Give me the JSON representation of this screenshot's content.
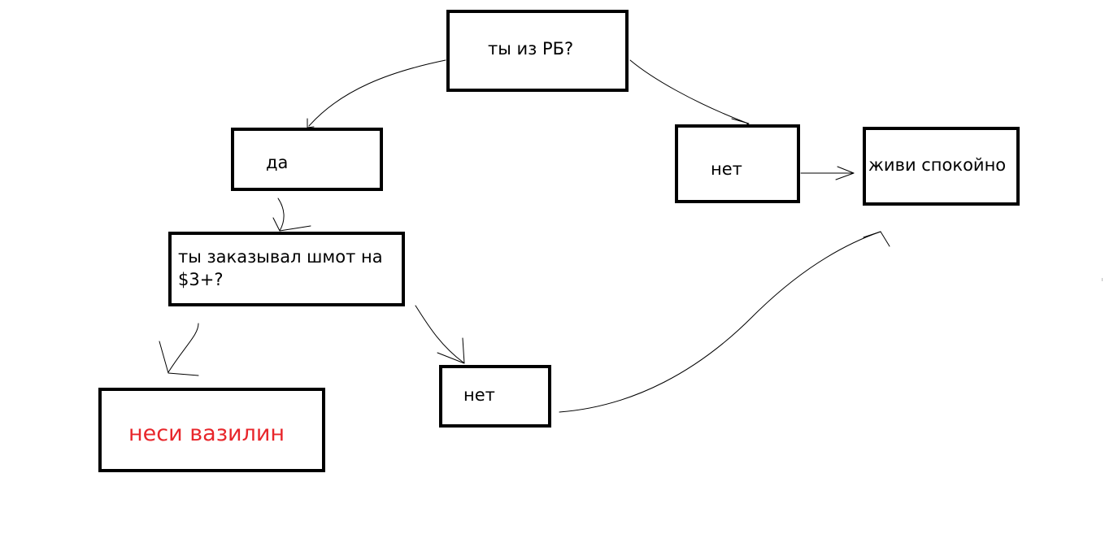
{
  "diagram": {
    "nodes": {
      "question_rb": {
        "text": "ты из РБ?"
      },
      "yes": {
        "text": "да"
      },
      "no_top": {
        "text": "нет"
      },
      "live_calm": {
        "text": "живи спокойно"
      },
      "question_order": {
        "text": "ты заказывал шмот на $3+?"
      },
      "bring_vaseline": {
        "text": "неси вазилин"
      },
      "no_bottom": {
        "text": "нет"
      }
    },
    "edges": [
      {
        "from": "question_rb",
        "to": "yes"
      },
      {
        "from": "question_rb",
        "to": "no_top"
      },
      {
        "from": "no_top",
        "to": "live_calm"
      },
      {
        "from": "yes",
        "to": "question_order"
      },
      {
        "from": "question_order",
        "to": "bring_vaseline"
      },
      {
        "from": "question_order",
        "to": "no_bottom"
      },
      {
        "from": "no_bottom",
        "to": "live_calm"
      }
    ]
  },
  "colors": {
    "background": "#ffffff",
    "box_border": "#000000",
    "text": "#000000",
    "highlight_text": "#e8262b"
  }
}
